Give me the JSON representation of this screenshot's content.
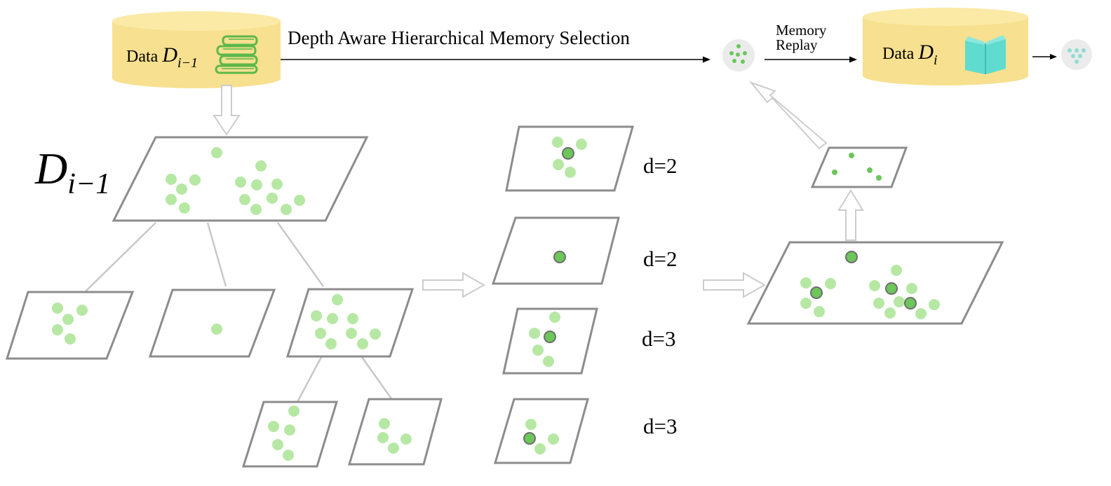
{
  "top": {
    "data_prev_prefix": "Data ",
    "data_prev_var": "D",
    "data_prev_sub": "i−1",
    "selection_label": "Depth Aware Hierarchical Memory Selection",
    "replay_label_line1": "Memory",
    "replay_label_line2": "Replay",
    "data_curr_prefix": "Data ",
    "data_curr_var": "D",
    "data_curr_sub": "i"
  },
  "tree": {
    "root_var": "D",
    "root_sub": "i−1"
  },
  "selected_clusters": [
    {
      "depth_label": "d=2"
    },
    {
      "depth_label": "d=2"
    },
    {
      "depth_label": "d=3"
    },
    {
      "depth_label": "d=3"
    }
  ],
  "colors": {
    "database": "#f7e08f",
    "database_top": "#fbeaa6",
    "light_point": "#b6e8a4",
    "selected_point": "#6cc65a",
    "panel_stroke": "#8c8c8c",
    "connector": "#c8c8c8",
    "hollow_arrow": "#cccccc",
    "books_icon": "#5cb84a",
    "book_icon": "#5fdccf",
    "memory_dot_bg": "#ebebeb"
  }
}
